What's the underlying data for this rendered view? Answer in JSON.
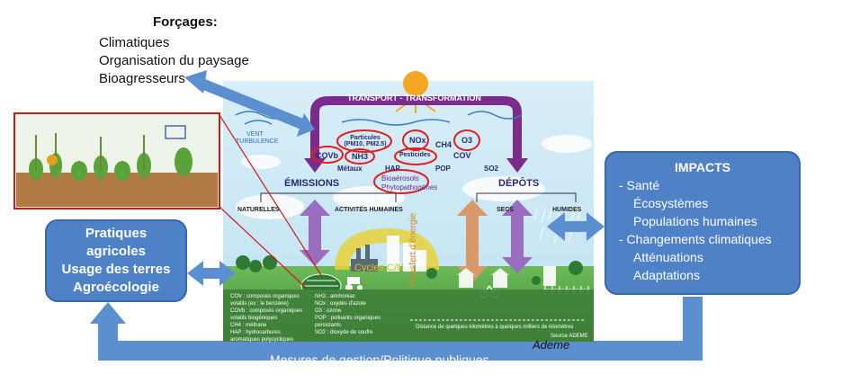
{
  "forcages": {
    "title": "Forçages:",
    "items": [
      "Climatiques",
      "Organisation du paysage",
      "Bioagresseurs"
    ]
  },
  "pratiques": [
    "Pratiques",
    "agricoles",
    "Usage des terres",
    "Agroécologie"
  ],
  "impacts": {
    "title": "IMPACTS",
    "lines": [
      "- Santé",
      "Écosystèmes",
      "Populations humaines",
      "- Changements climatiques",
      "Atténuations",
      "Adaptations"
    ]
  },
  "bottom_label": "Mesures de gestion/Politique publiques",
  "credit": "Ademe",
  "scene": {
    "transport": "TRANSPORT - TRANSFORMATION",
    "vent": "VENT",
    "turbulence": "TURBULENCE",
    "emissions": "ÉMISSIONS",
    "depots": "DÉPÔTS",
    "naturelles": "NATURELLES",
    "activites": "ACTIVITÉS HUMAINES",
    "secs": "SECS",
    "humides": "HUMIDES",
    "cycles": "Cycles C/N",
    "transfert": "Transfert d'énergie",
    "pollutants": {
      "particules": "Particules (PM10, PM2.5)",
      "nox": "NOx",
      "ch4": "CH4",
      "o3": "O3",
      "covs": "COVb",
      "nh3": "NH3",
      "pesticides": "Pesticides",
      "cov": "COV",
      "metaux": "Métaux",
      "hap": "HAP",
      "pop": "POP",
      "so2": "SO2",
      "bioaerosols": "Bioaérosols",
      "phyto": "Phytopathogènes"
    },
    "legend_left": [
      "COV : composés organiques",
      "volatils (ex : le benzène)",
      "COVb : composés organiques",
      "volatils biogéniques",
      "CH4 : méthane",
      "HAP : hydrocarbures",
      "aromatiques polycycliques"
    ],
    "legend_right": [
      "NH3 : ammoniac",
      "NOx : oxydes d'azote",
      "O3 : ozone",
      "POP : polluants organiques",
      "persistants",
      "SO2 : dioxyde de soufre"
    ],
    "distance": "Distance de quelques kilomètres à quelques milliers de kilomètres",
    "source": "Source ADEME"
  },
  "colors": {
    "box_fill": "#4f81c7",
    "arrow": "#5b8fd0",
    "arch": "#7a2b8c",
    "highlight": "#e02020",
    "sun": "#f5a623",
    "ground": "#5aa34a"
  }
}
